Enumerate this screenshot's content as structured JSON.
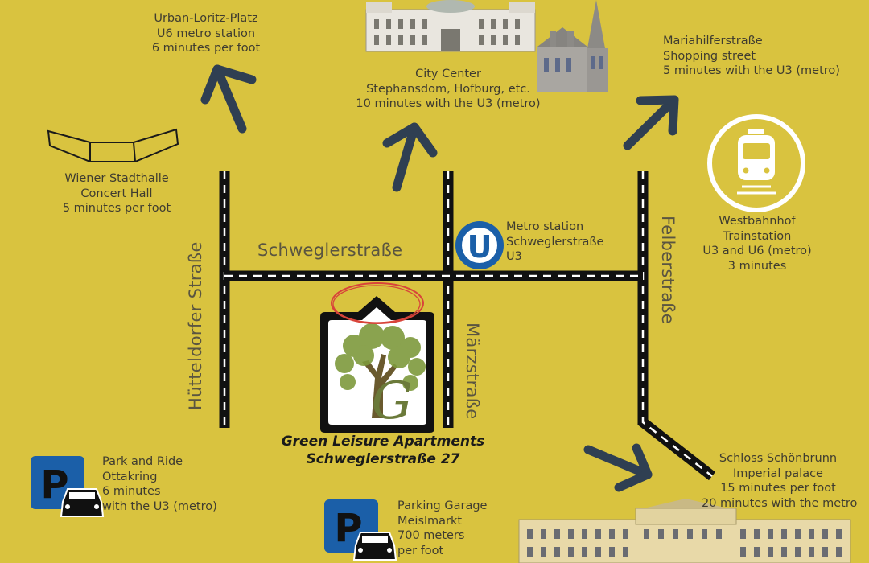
{
  "colors": {
    "background": "#d9c33f",
    "arrow": "#2f3f52",
    "road": "#111111",
    "parking": "#1b5fa8",
    "metro": "#1b5fa8"
  },
  "streets": {
    "huetteldorfer": "Hütteldorfer Straße",
    "schwegler": "Schweglerstraße",
    "maerz": "Märzstraße",
    "felber": "Felberstraße"
  },
  "title": {
    "line1": "Green Leisure Apartments",
    "line2": "Schweglerstraße 27"
  },
  "logo_letter": "G",
  "metro_letter": "U",
  "parking_letter": "P",
  "labels": {
    "urban_loritz": [
      "Urban-Loritz-Platz",
      "U6 metro station",
      "6 minutes per foot"
    ],
    "city_center": [
      "City Center",
      "Stephansdom, Hofburg, etc.",
      "10 minutes with the U3 (metro)"
    ],
    "mariahilfer": [
      "Mariahilferstraße",
      "Shopping street",
      "5 minutes with the U3 (metro)"
    ],
    "stadthalle": [
      "Wiener Stadthalle",
      "Concert Hall",
      "5 minutes per foot"
    ],
    "metro_station": [
      "Metro station",
      "Schweglerstraße",
      "U3"
    ],
    "westbahnhof": [
      "Westbahnhof",
      "Trainstation",
      "U3 and U6 (metro)",
      "3 minutes"
    ],
    "schoenbrunn": [
      "Schloss Schönbrunn",
      "Imperial palace",
      "15 minutes per foot",
      "20 minutes with the metro"
    ],
    "park_ride": [
      "Park and Ride",
      "Ottakring",
      "6 minutes",
      "with the U3 (metro)"
    ],
    "garage": [
      "Parking Garage",
      "Meislmarkt",
      "700 meters",
      "per foot"
    ]
  }
}
